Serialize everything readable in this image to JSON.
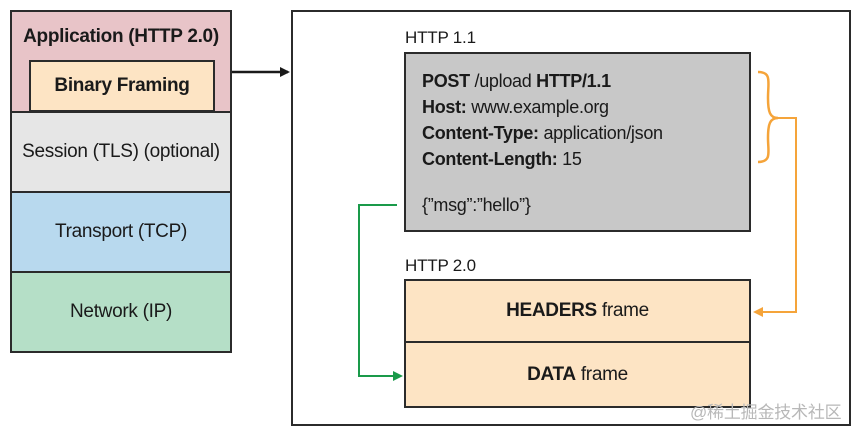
{
  "stack": {
    "application_label": "Application (HTTP 2.0)",
    "binary_framing_label": "Binary Framing",
    "session_label": "Session (TLS) (optional)",
    "transport_label": "Transport (TCP)",
    "network_label": "Network (IP)"
  },
  "http11": {
    "title": "HTTP 1.1",
    "request_line": {
      "method": "POST",
      "path": " /upload ",
      "version": "HTTP/1.1"
    },
    "headers": [
      {
        "name": "Host:",
        "value": " www.example.org"
      },
      {
        "name": "Content-Type:",
        "value": " application/json"
      },
      {
        "name": "Content-Length:",
        "value": " 15"
      }
    ],
    "body": "{”msg”:”hello”}"
  },
  "http2": {
    "title": "HTTP 2.0",
    "headers_frame": {
      "keyword": "HEADERS",
      "suffix": " frame"
    },
    "data_frame": {
      "keyword": "DATA",
      "suffix": " frame"
    }
  },
  "watermark": "@稀土掘金技术社区",
  "colors": {
    "application": "#e8c4c8",
    "binary_framing": "#fde4c4",
    "session": "#e6e6e6",
    "transport": "#b8d9ee",
    "network": "#b5dfc7",
    "http11_box": "#c8c8c8",
    "frames": "#fde4c4",
    "headers_connector": "#f5a43a",
    "data_connector": "#1a9a4a"
  }
}
